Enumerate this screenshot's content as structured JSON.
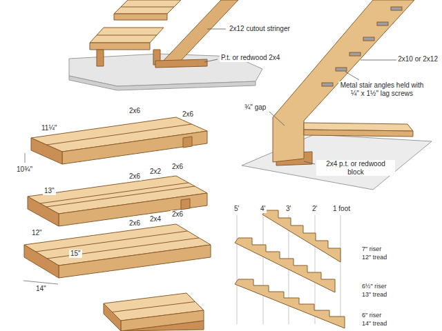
{
  "diagram": {
    "labels": [
      "2x12 cutout stringer",
      "P.t. or redwood 2x4",
      "2x10 or 2x12",
      "Metal stair angles held with ¼\" x 1½\" lag screws",
      "¾\" gap",
      "2x4 p.t. or redwood block",
      "2x6",
      "2x6",
      "11¼\"",
      "10¾\"",
      "2x6",
      "2x2",
      "2x6",
      "13\"",
      "2x6",
      "2x4",
      "2x6",
      "12\"",
      "15\"",
      "14\"",
      "5'",
      "4'",
      "3'",
      "2'",
      "1 foot",
      "7\" riser",
      "12\" tread",
      "6½\" riser",
      "13\" tread",
      "6\" riser",
      "14\" tread"
    ]
  }
}
